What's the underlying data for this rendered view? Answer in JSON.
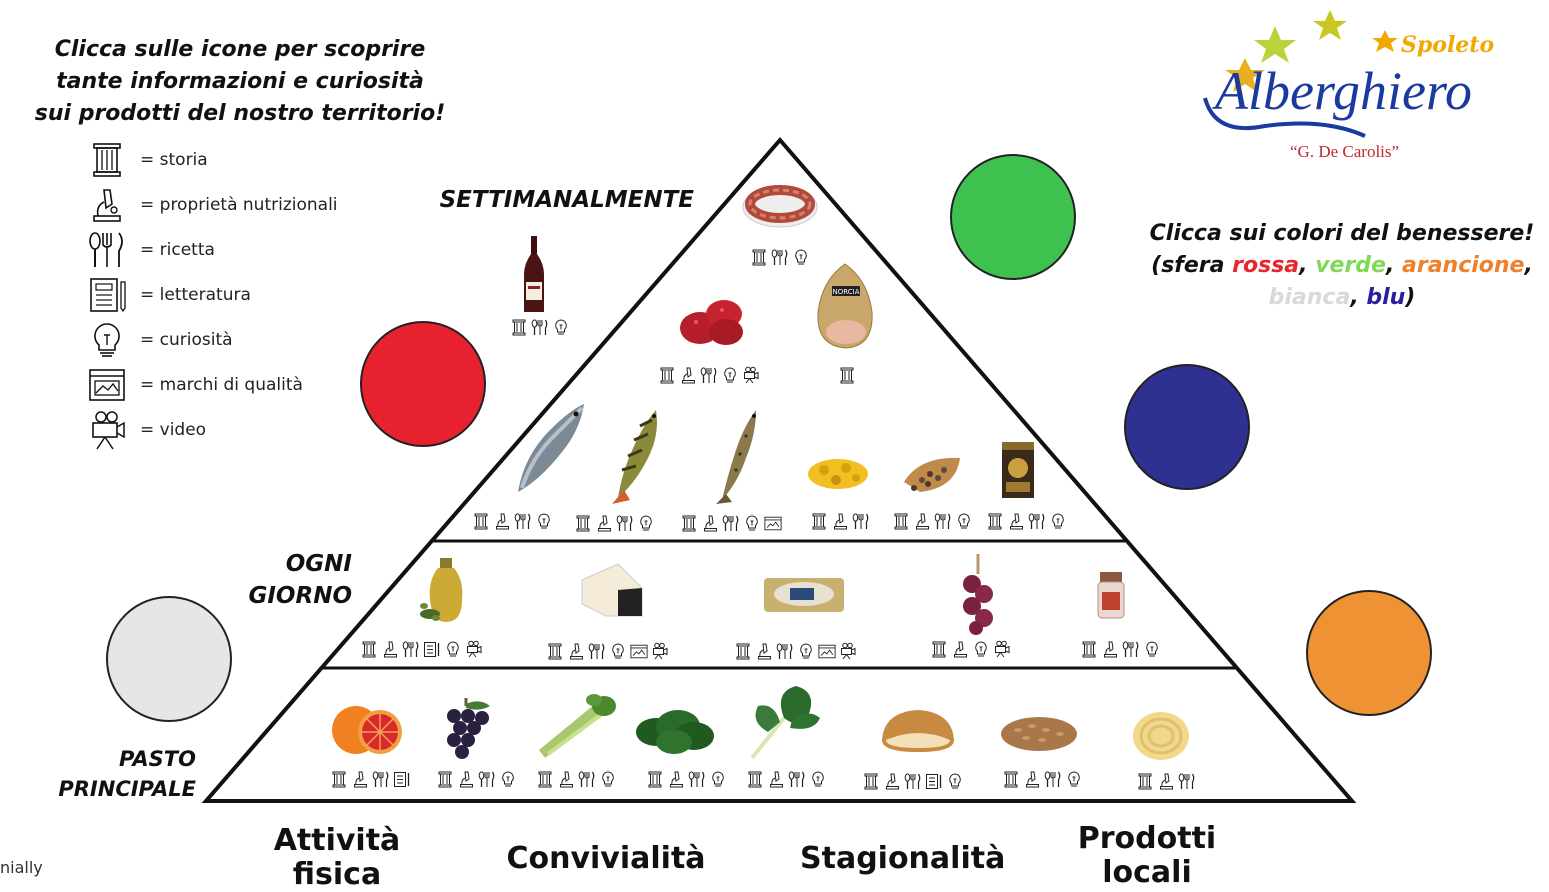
{
  "intro": {
    "line1": "Clicca sulle icone per scoprire",
    "line2": "tante informazioni e curiosità",
    "line3": "sui prodotti del nostro territorio!"
  },
  "legend": [
    {
      "icon": "column-icon",
      "label": "= storia"
    },
    {
      "icon": "microscope-icon",
      "label": "= proprietà nutrizionali"
    },
    {
      "icon": "cutlery-icon",
      "label": "= ricetta"
    },
    {
      "icon": "book-icon",
      "label": "= letteratura"
    },
    {
      "icon": "lightbulb-icon",
      "label": "= curiosità"
    },
    {
      "icon": "quality-mark-icon",
      "label": "= marchi di qualità"
    },
    {
      "icon": "video-camera-icon",
      "label": "= video"
    }
  ],
  "logo": {
    "city": "Spoleto",
    "name": "Alberghiero",
    "subtitle": "“G. De Carolis”"
  },
  "wellness": {
    "line1": "Clicca sui colori del benessere!",
    "prefix": "(sfera ",
    "red": "rossa",
    "green": "verde",
    "orange": "arancione",
    "white": "bianca",
    "blue": "blu",
    "sep": ", ",
    "suffix": ")",
    "colors": {
      "red": "#e8262d",
      "green": "#7ed957",
      "orange": "#f07f2a",
      "white": "#d9d9d9",
      "blue": "#2b1fa0"
    }
  },
  "levels": {
    "weekly": "SETTIMANALMENTE",
    "daily_1": "OGNI",
    "daily_2": "GIORNO",
    "main_1": "PASTO",
    "main_2": "PRINCIPALE"
  },
  "spheres": {
    "green": "#3ec14f",
    "red": "#e8212e",
    "blue": "#2e3190",
    "white": "#e6e6e6",
    "orange": "#ef9234"
  },
  "foods": {
    "top": [
      {
        "name": "sausage-ring",
        "icons": [
          "column",
          "cutlery",
          "lightbulb"
        ]
      },
      {
        "name": "wine-bottle",
        "icons": [
          "column",
          "cutlery",
          "lightbulb"
        ]
      },
      {
        "name": "red-potatoes",
        "icons": [
          "column",
          "microscope",
          "cutlery",
          "lightbulb",
          "video"
        ]
      },
      {
        "name": "ham-norcia",
        "ham_label": "NORCIA",
        "icons": [
          "column"
        ]
      }
    ],
    "weekly_row": [
      {
        "name": "trout-1",
        "icons": [
          "column",
          "microscope",
          "cutlery",
          "lightbulb"
        ]
      },
      {
        "name": "perch",
        "icons": [
          "column",
          "microscope",
          "cutlery",
          "lightbulb"
        ]
      },
      {
        "name": "trout-2",
        "icons": [
          "column",
          "microscope",
          "cutlery",
          "lightbulb",
          "quality"
        ]
      },
      {
        "name": "truffle",
        "icons": [
          "column",
          "microscope",
          "cutlery"
        ]
      },
      {
        "name": "lentils",
        "icons": [
          "column",
          "microscope",
          "cutlery",
          "lightbulb"
        ]
      },
      {
        "name": "spice-box",
        "icons": [
          "column",
          "microscope",
          "cutlery",
          "lightbulb"
        ]
      }
    ],
    "daily_row": [
      {
        "name": "olive-oil",
        "icons": [
          "column",
          "microscope",
          "cutlery",
          "book",
          "lightbulb",
          "video"
        ]
      },
      {
        "name": "pecorino-cheese",
        "icons": [
          "column",
          "microscope",
          "cutlery",
          "lightbulb",
          "quality",
          "video"
        ]
      },
      {
        "name": "cheese-wheel",
        "icons": [
          "column",
          "microscope",
          "cutlery",
          "lightbulb",
          "quality",
          "video"
        ]
      },
      {
        "name": "red-onions",
        "icons": [
          "column",
          "microscope",
          "lightbulb",
          "video"
        ]
      },
      {
        "name": "saffron-jar",
        "icons": [
          "column",
          "microscope",
          "cutlery",
          "lightbulb"
        ]
      }
    ],
    "main_row": [
      {
        "name": "blood-orange",
        "icons": [
          "column",
          "microscope",
          "cutlery",
          "book"
        ]
      },
      {
        "name": "grapes",
        "icons": [
          "column",
          "microscope",
          "cutlery",
          "lightbulb"
        ]
      },
      {
        "name": "celery",
        "icons": [
          "column",
          "microscope",
          "cutlery",
          "lightbulb"
        ]
      },
      {
        "name": "spinach",
        "icons": [
          "column",
          "microscope",
          "cutlery",
          "lightbulb"
        ]
      },
      {
        "name": "chard",
        "icons": [
          "column",
          "microscope",
          "cutlery",
          "lightbulb"
        ]
      },
      {
        "name": "bread",
        "icons": [
          "column",
          "microscope",
          "cutlery",
          "book",
          "lightbulb"
        ]
      },
      {
        "name": "spelt-grains",
        "icons": [
          "column",
          "microscope",
          "cutlery",
          "lightbulb"
        ]
      },
      {
        "name": "pasta-strangozzi",
        "icons": [
          "column",
          "microscope",
          "cutlery"
        ]
      }
    ]
  },
  "bottom": {
    "activity_1": "Attività",
    "activity_2": "fisica",
    "conviviality": "Convivialità",
    "seasonality": "Stagionalità",
    "local_1": "Prodotti",
    "local_2": "locali"
  },
  "brand": "nially"
}
